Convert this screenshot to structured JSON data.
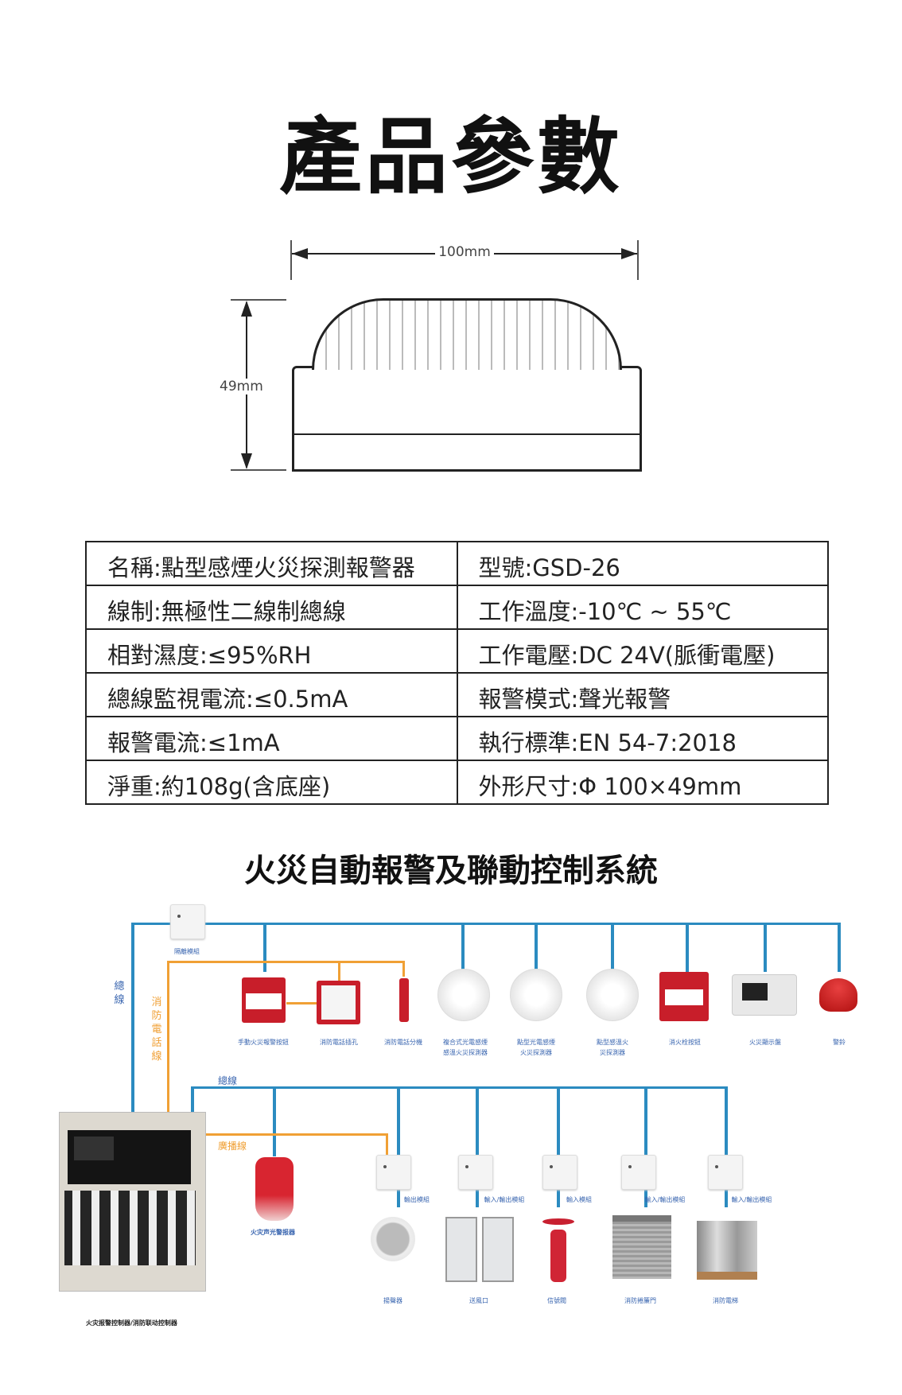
{
  "title": "產品參數",
  "dimensions": {
    "width": "100mm",
    "height": "49mm"
  },
  "specs": [
    [
      "名稱:點型感煙火災探測報警器",
      "型號:GSD-26"
    ],
    [
      "線制:無極性二線制總線",
      "工作溫度:-10℃ ~ 55℃"
    ],
    [
      "相對濕度:≤95%RH",
      "工作電壓:DC 24V(脈衝電壓)"
    ],
    [
      "總線監視電流:≤0.5mA",
      "報警模式:聲光報警"
    ],
    [
      "報警電流:≤1mA",
      "執行標準:EN 54-7:2018"
    ],
    [
      "淨重:約108g(含底座)",
      "外形尺寸:Φ 100×49mm"
    ]
  ],
  "system": {
    "title": "火災自動報警及聯動控制系統",
    "line_labels": {
      "bus_vertical": "總線",
      "phone": "消防電話線",
      "bus": "總線",
      "broadcast": "廣播線"
    },
    "isolation_module": "隔離模組",
    "top_devices": [
      "手動火災報警按鈕",
      "消防電話插孔",
      "消防電話分機",
      "複合式光電感煙\n感溫火災探測器",
      "點型光電感煙\n火災探測器",
      "點型感溫火\n災探測器",
      "消火栓按鈕",
      "火災顯示盤",
      "警鈴"
    ],
    "strobe": "火灾声光警报器",
    "modules": [
      "輸出模組",
      "輸入/輸出模組",
      "輸入模組",
      "輸入/輸出模組",
      "輸入/輸出模組"
    ],
    "bottom_devices": [
      "揚聲器",
      "送風口",
      "信號閥",
      "消防捲簾門",
      "消防電梯"
    ],
    "panel_caption": "火灾报警控制器/消防联动控制器",
    "colors": {
      "bus": "#2b8bc0",
      "phone": "#f0a035"
    }
  }
}
